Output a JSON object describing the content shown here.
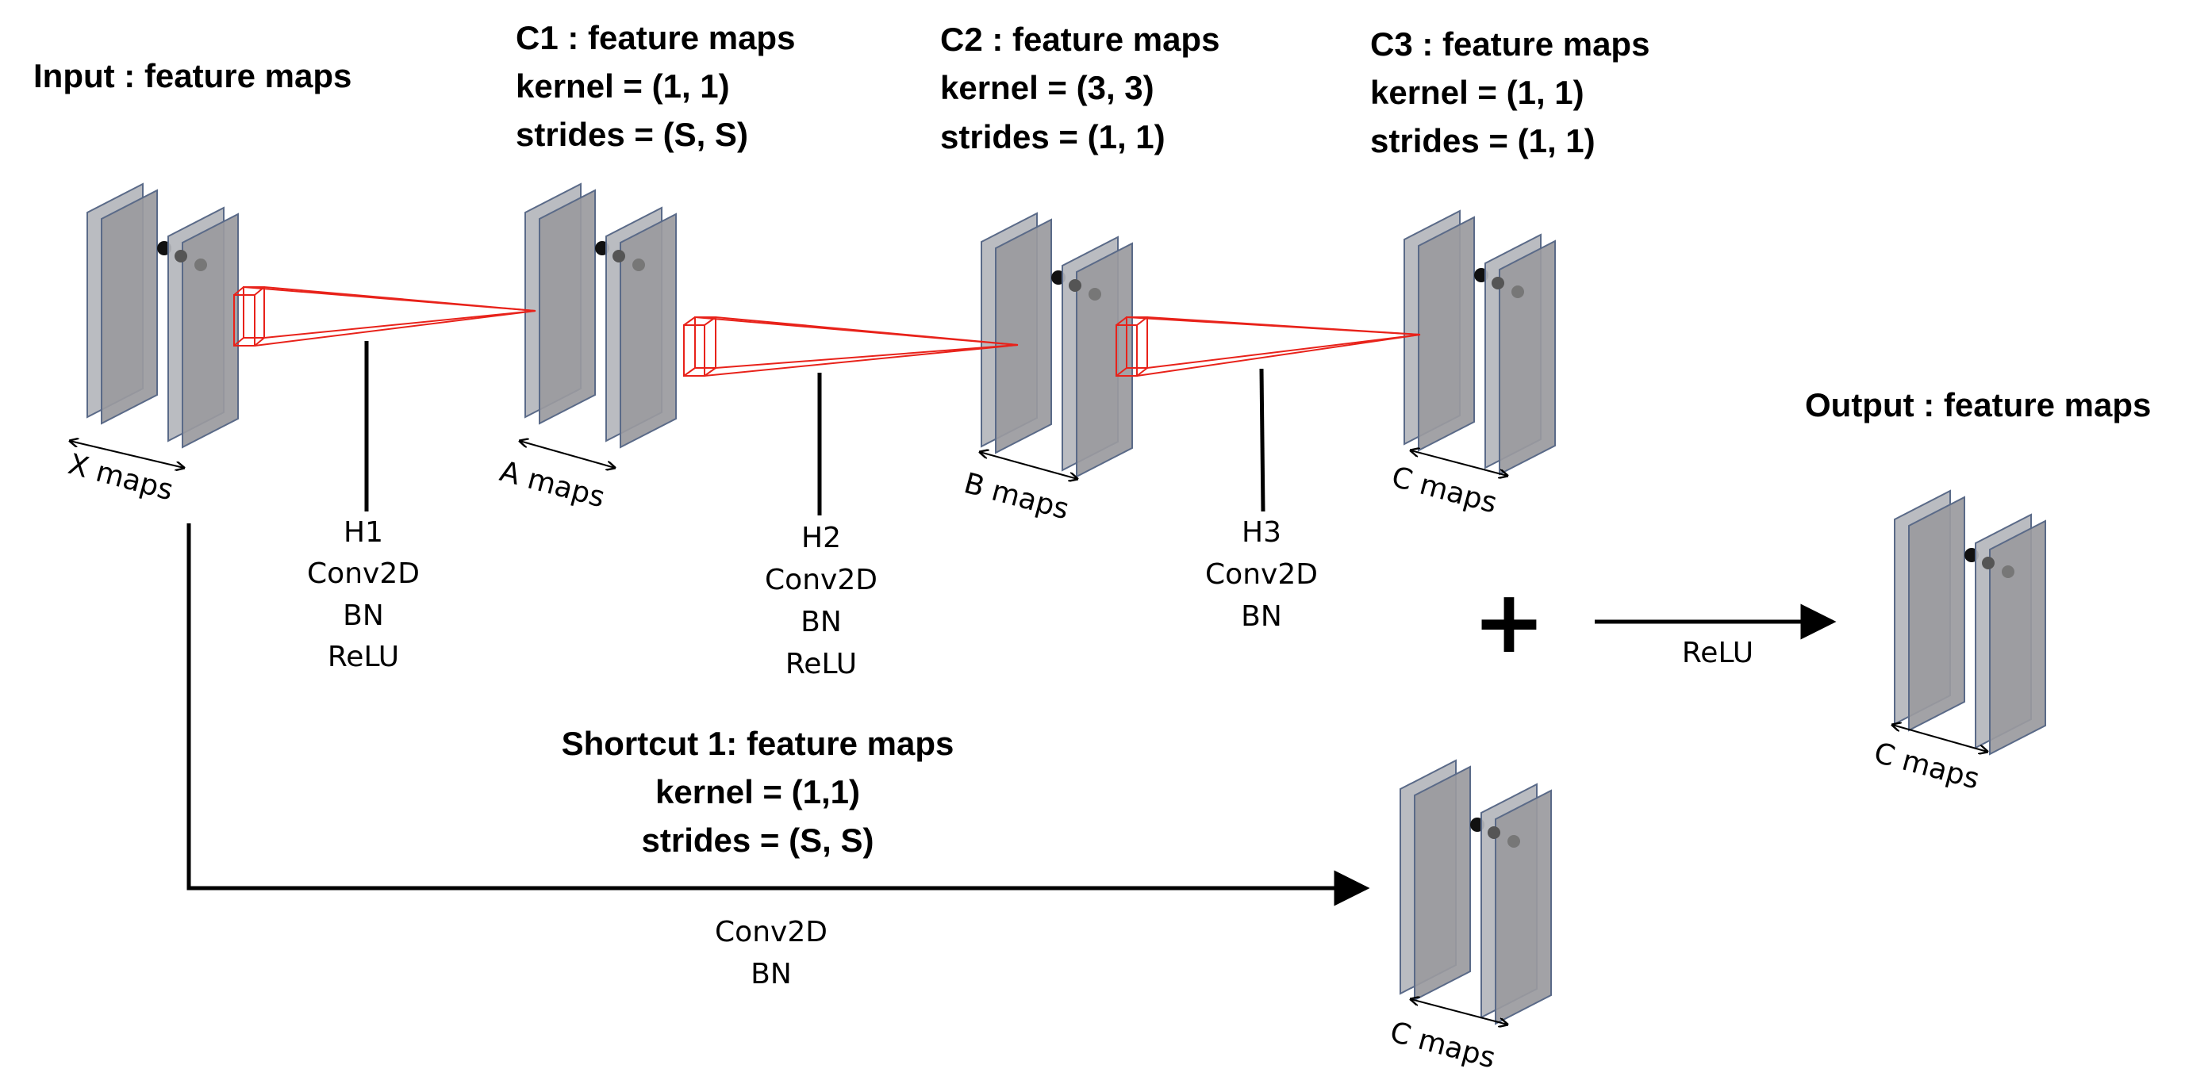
{
  "input": {
    "title": "Input : feature maps",
    "maps_label": "X maps"
  },
  "c1": {
    "lines": [
      "C1 : feature maps",
      "kernel = (1, 1)",
      "strides = (S, S)"
    ],
    "maps_label": "A maps"
  },
  "c2": {
    "lines": [
      "C2 : feature maps",
      "kernel = (3, 3)",
      "strides = (1, 1)"
    ],
    "maps_label": "B maps"
  },
  "c3": {
    "lines": [
      "C3 : feature maps",
      "kernel = (1, 1)",
      "strides = (1, 1)"
    ],
    "maps_label": "C maps"
  },
  "h1": {
    "lines": [
      "H1",
      "Conv2D",
      "BN",
      "ReLU"
    ]
  },
  "h2": {
    "lines": [
      "H2",
      "Conv2D",
      "BN",
      "ReLU"
    ]
  },
  "h3": {
    "lines": [
      "H3",
      "Conv2D",
      "BN"
    ]
  },
  "shortcut": {
    "lines": [
      "Shortcut 1: feature maps",
      "kernel = (1,1)",
      "strides = (S, S)"
    ],
    "ops": [
      "Conv2D",
      "BN"
    ],
    "maps_label": "C maps"
  },
  "sum": {
    "symbol": "+",
    "activation": "ReLU"
  },
  "output": {
    "title": "Output : feature maps",
    "maps_label": "C maps"
  },
  "colors": {
    "map_fill": "#9a9a9e",
    "map_back_fill": "#b4b6bc",
    "map_edge": "#5a6a88",
    "receptive_field": "#e8221a",
    "line": "#000000"
  }
}
